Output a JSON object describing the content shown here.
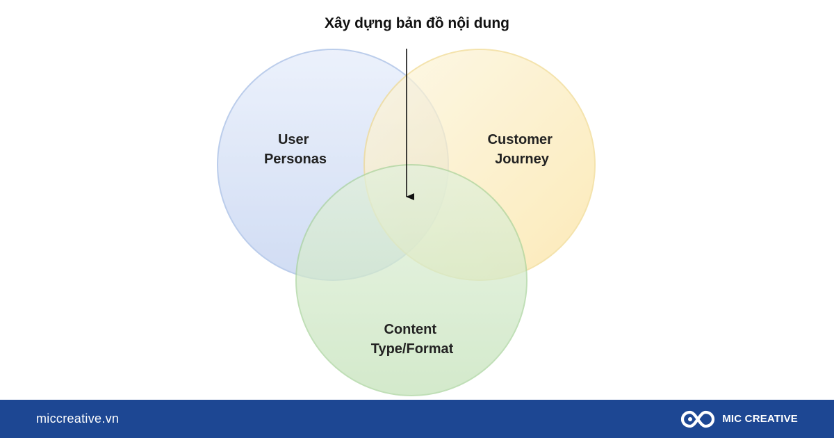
{
  "title": "Xây dựng bản đồ nội dung",
  "circles": [
    {
      "id": "personas",
      "lines": [
        "User",
        "Personas"
      ],
      "fill": "#c9d7f2",
      "stroke": "#a9bfe6"
    },
    {
      "id": "journey",
      "lines": [
        "Customer",
        "Journey"
      ],
      "fill": "#fbe8b3",
      "stroke": "#f2dc93"
    },
    {
      "id": "content",
      "lines": [
        "Content",
        "Type/Format"
      ],
      "fill": "#c7e3bf",
      "stroke": "#a9d39c"
    }
  ],
  "footer": {
    "url": "miccreative.vn",
    "brand": "MIC CREATIVE",
    "background": "#1d4793",
    "logo_icon": "mic-creative-logo-icon"
  }
}
